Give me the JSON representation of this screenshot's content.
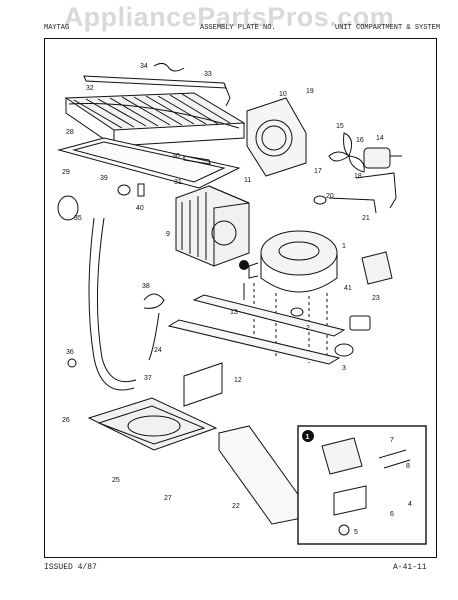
{
  "watermark": "AppliancePartsPros.com",
  "header": {
    "left": "MAYTAG",
    "middle": "ASSEMBLY PLATE NO.",
    "right": "UNIT COMPARTMENT & SYSTEM"
  },
  "footer": {
    "issued": "ISSUED 4/87",
    "page_code": "A-41-11"
  },
  "part_numbers": [
    "1",
    "2",
    "3",
    "4",
    "5",
    "6",
    "7",
    "8",
    "9",
    "10",
    "11",
    "12",
    "13",
    "14",
    "15",
    "16",
    "17",
    "18",
    "19",
    "20",
    "21",
    "22",
    "23",
    "24",
    "25",
    "26",
    "27",
    "28",
    "29",
    "30",
    "31",
    "32",
    "33",
    "34",
    "35",
    "36",
    "37",
    "38",
    "39",
    "40",
    "41"
  ],
  "inset_marker": "1"
}
